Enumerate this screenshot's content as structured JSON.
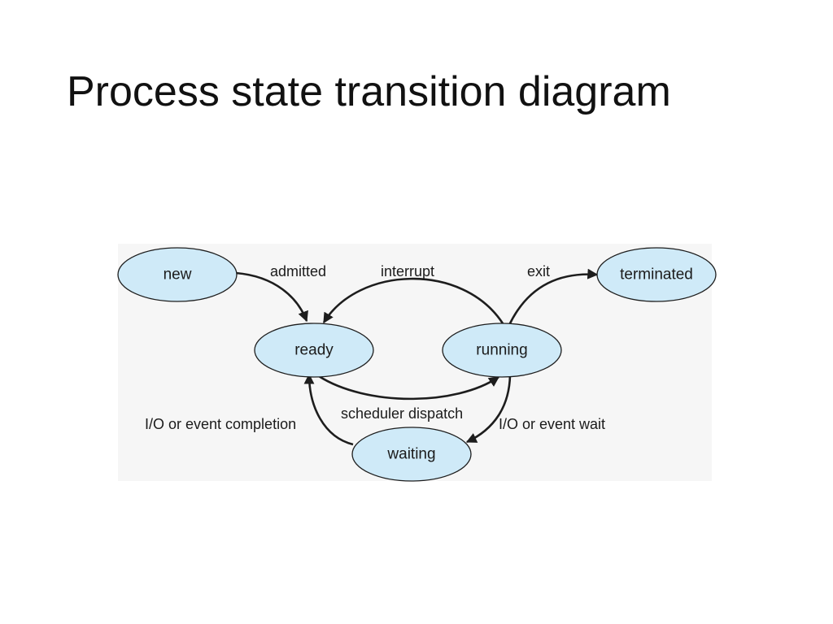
{
  "slide": {
    "title": "Process state transition diagram"
  },
  "diagram": {
    "state_fill": "#cfeaf8",
    "state_stroke": "#1d1d1d",
    "states": {
      "new": "new",
      "ready": "ready",
      "running": "running",
      "waiting": "waiting",
      "terminated": "terminated"
    },
    "transitions": [
      {
        "from": "new",
        "to": "ready",
        "label": "admitted"
      },
      {
        "from": "running",
        "to": "ready",
        "label": "interrupt"
      },
      {
        "from": "running",
        "to": "terminated",
        "label": "exit"
      },
      {
        "from": "ready",
        "to": "running",
        "label": "scheduler dispatch"
      },
      {
        "from": "waiting",
        "to": "ready",
        "label": "I/O or event completion"
      },
      {
        "from": "running",
        "to": "waiting",
        "label": "I/O or event wait"
      }
    ]
  }
}
